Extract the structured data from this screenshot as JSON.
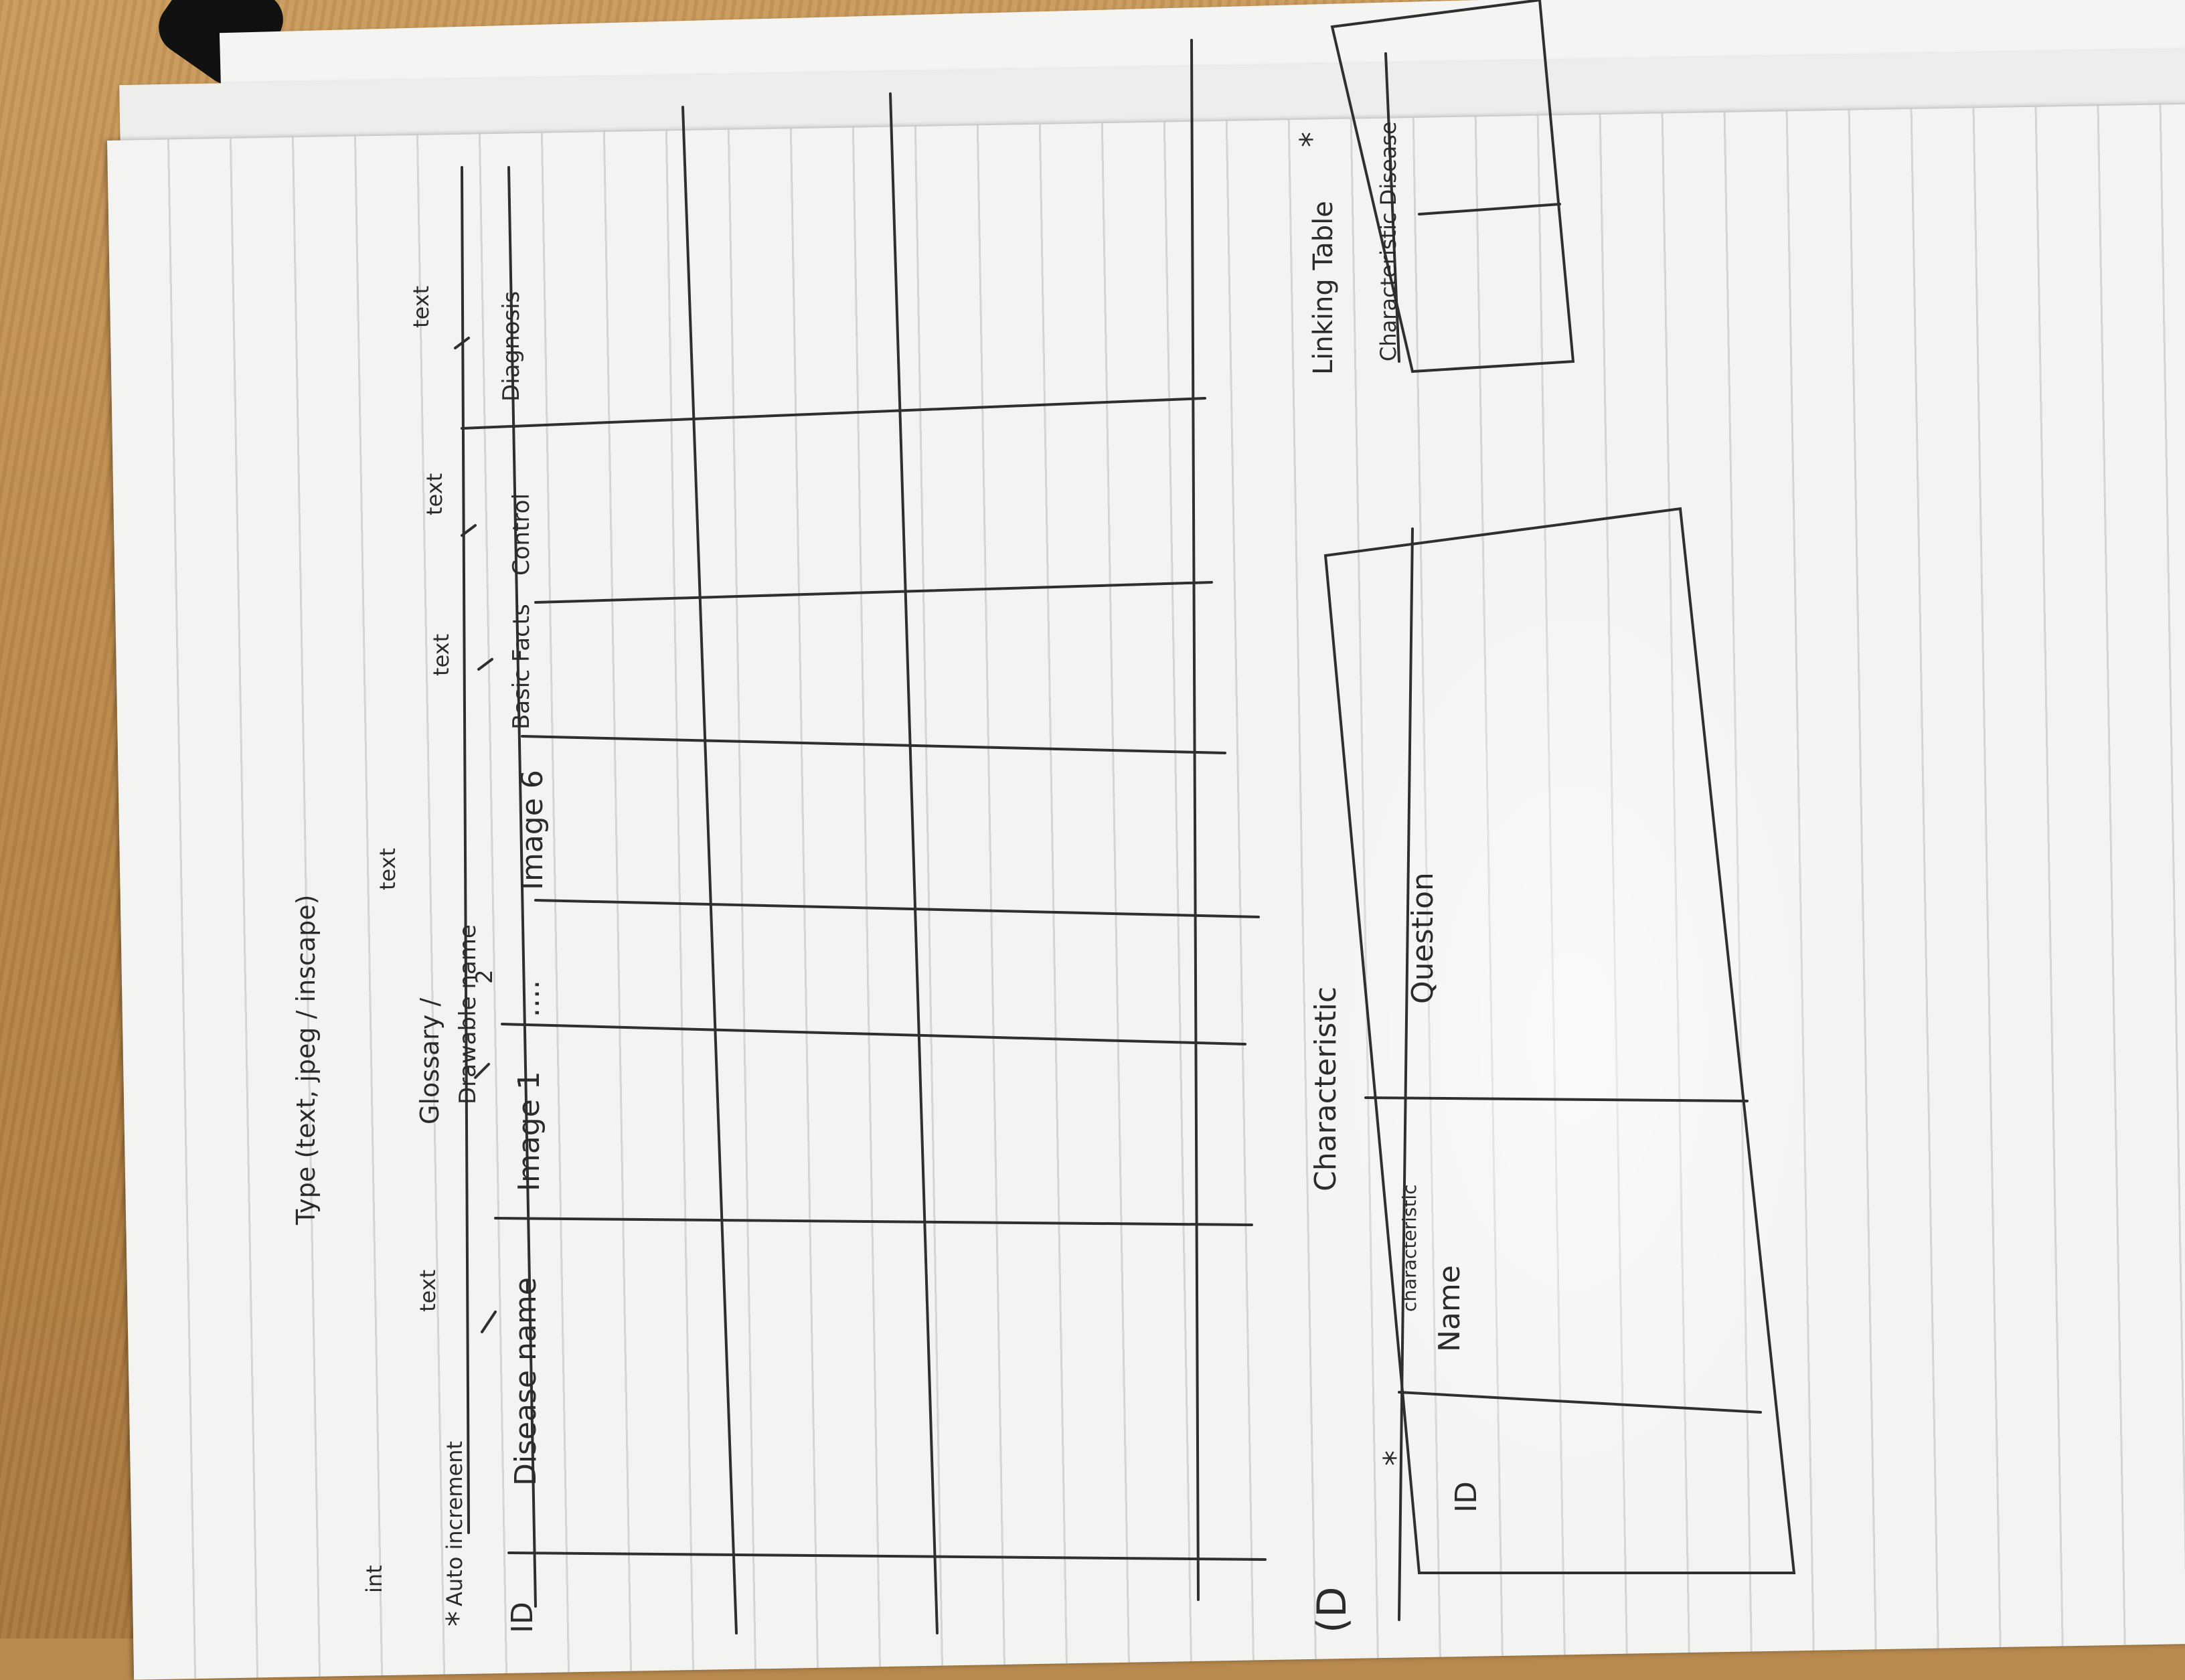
{
  "sketch": {
    "table1": {
      "headers": [
        "ID",
        "Disease name",
        "Image 1",
        "....",
        "Image 6",
        "Basic Facts",
        "Control",
        "Diagnosis"
      ],
      "type_notes": [
        "int",
        "text",
        "text",
        "text",
        "text",
        "text"
      ],
      "annotations": {
        "auto_increment": "Auto increment",
        "star": "*",
        "type_note": "Type (text, jpeg / inscape)",
        "glossary": "Glossary /",
        "drawable_name": "Drawable name",
        "name_2": "2",
        "ellipsis": "...."
      }
    },
    "table2": {
      "title": "Characteristic",
      "headers": [
        "ID",
        "Name",
        "Question"
      ],
      "star": "*",
      "name_prefix": "characteristic"
    },
    "table3": {
      "title": "Linking Table",
      "header": "Characteristic Disease",
      "star": "*"
    },
    "logo_mark": "(D"
  }
}
